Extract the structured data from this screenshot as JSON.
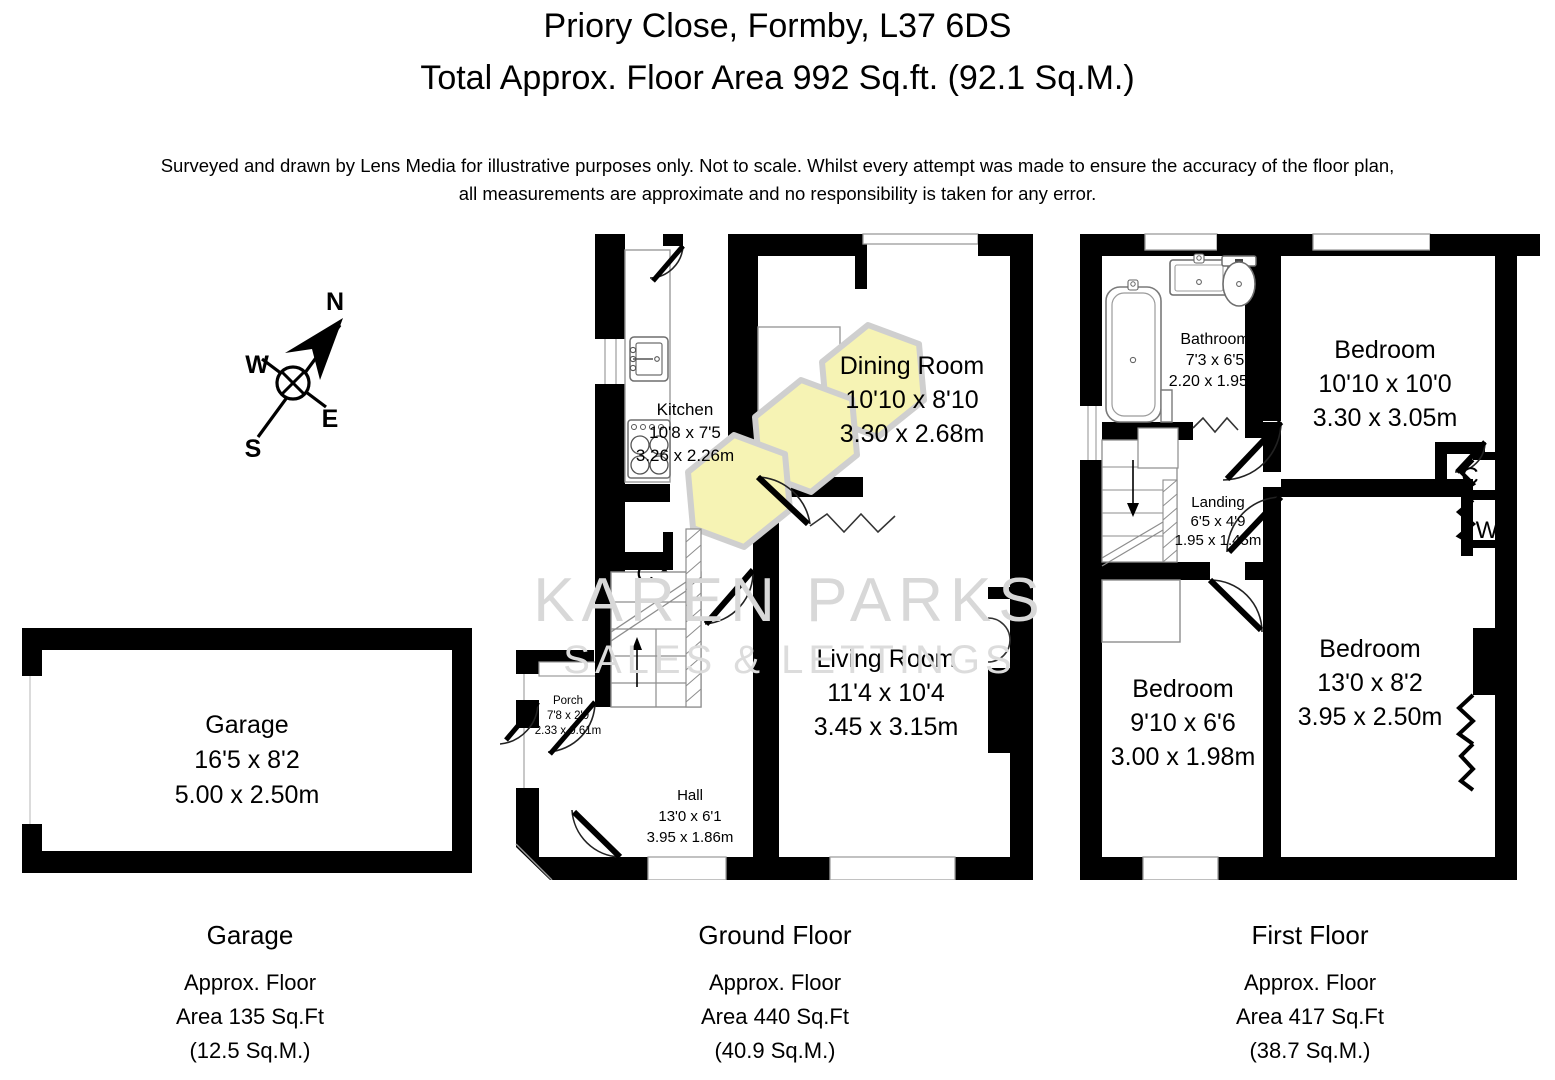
{
  "header": {
    "address": "Priory Close, Formby, L37 6DS",
    "total_area": "Total Approx. Floor Area 992 Sq.ft. (92.1 Sq.M.)",
    "disclaimer_line1": "Surveyed and drawn by Lens Media for illustrative purposes only. Not to scale. Whilst every attempt was made to ensure the accuracy of the floor plan,",
    "disclaimer_line2": "all measurements are approximate and no responsibility is taken for any error."
  },
  "watermark": {
    "line1": "KAREN PARKS",
    "line2": "SALES & LETTINGS"
  },
  "compass": {
    "north": "N",
    "south": "S",
    "east": "E",
    "west": "W"
  },
  "garage_plan": {
    "room": {
      "name": "Garage",
      "imperial": "16'5 x 8'2",
      "metric": "5.00 x 2.50m"
    }
  },
  "ground_plan": {
    "rooms": [
      {
        "name": "Kitchen",
        "imperial": "10'8 x 7'5",
        "metric": "3.26 x 2.26m"
      },
      {
        "name": "Dining Room",
        "imperial": "10'10 x 8'10",
        "metric": "3.30 x 2.68m"
      },
      {
        "name": "Living Room",
        "imperial": "11'4 x 10'4",
        "metric": "3.45 x 3.15m"
      },
      {
        "name": "Hall",
        "imperial": "13'0 x 6'1",
        "metric": "3.95 x 1.86m"
      },
      {
        "name": "Porch",
        "imperial": "7'8 x 2'0",
        "metric": "2.33 x 0.61m"
      }
    ],
    "cupboard_label": "C"
  },
  "first_plan": {
    "rooms": [
      {
        "name": "Bathroom",
        "imperial": "7'3 x 6'5",
        "metric": "2.20 x 1.95m"
      },
      {
        "name": "Bedroom",
        "imperial": "10'10 x 10'0",
        "metric": "3.30 x 3.05m"
      },
      {
        "name": "Landing",
        "imperial": "6'5 x 4'9",
        "metric": "1.95 x 1.45m"
      },
      {
        "name": "Bedroom",
        "imperial": "9'10 x 6'6",
        "metric": "3.00 x 1.98m"
      },
      {
        "name": "Bedroom",
        "imperial": "13'0 x 8'2",
        "metric": "3.95 x 2.50m"
      }
    ],
    "cupboard_label": "C",
    "wardrobe_label": "W"
  },
  "captions": {
    "garage": {
      "title": "Garage",
      "line1": "Approx. Floor",
      "line2": "Area 135 Sq.Ft",
      "line3": "(12.5 Sq.M.)"
    },
    "ground": {
      "title": "Ground Floor",
      "line1": "Approx. Floor",
      "line2": "Area 440 Sq.Ft",
      "line3": "(40.9 Sq.M.)"
    },
    "first": {
      "title": "First Floor",
      "line1": "Approx. Floor",
      "line2": "Area 417 Sq.Ft",
      "line3": "(38.7 Sq.M.)"
    }
  },
  "colors": {
    "wall": "#000000",
    "highlight": "#f6f3b4",
    "highlight_edge": "#c9c9c9",
    "watermark": "#d8d8d8",
    "background": "#ffffff"
  }
}
